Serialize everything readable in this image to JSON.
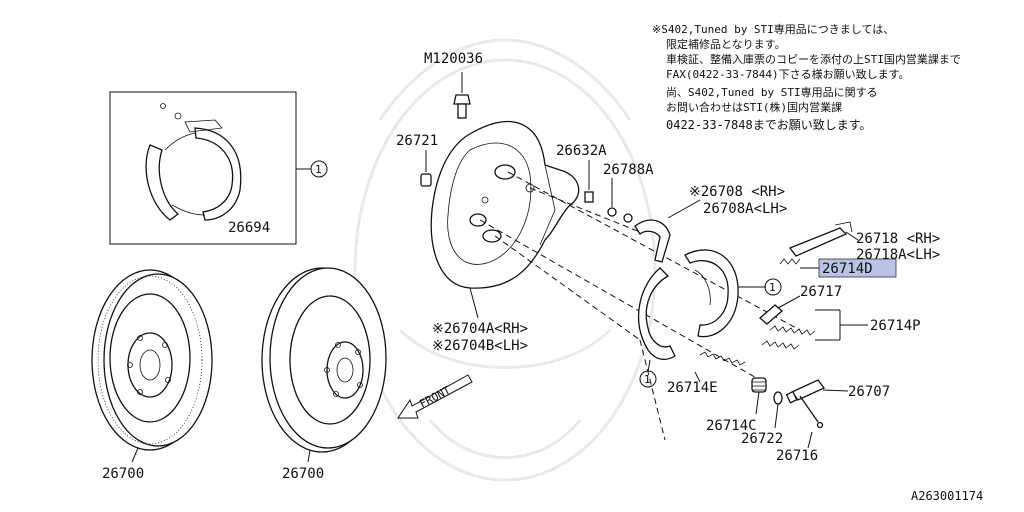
{
  "notes": [
    "※S402,Tuned by STI専用品につきましては、",
    "限定補修品となります。",
    "車検証、整備入庫票のコピーを添付の上STI国内営業課まで",
    "FAX(0422-33-7844)下さる様お願い致します。",
    "尚、S402,Tuned by STI専用品に関する",
    "お問い合わせはSTI(株)国内営業課",
    "0422-33-7848までお願い致します。"
  ],
  "parts": {
    "m120036": "M120036",
    "p26721": "26721",
    "p26632a": "26632A",
    "p26788a": "26788A",
    "p26708_rh": "※26708 <RH>",
    "p26708a_lh": "26708A<LH>",
    "p26718_rh": "26718 <RH>",
    "p26718a_lh": "26718A<LH>",
    "p26714d": "26714D",
    "p26717": "26717",
    "p26714p": "26714P",
    "p26704a_rh": "※26704A<RH>",
    "p26704b_lh": "※26704B<LH>",
    "p26694": "26694",
    "p26700_a": "26700",
    "p26700_b": "26700",
    "p26714e": "26714E",
    "p26707": "26707",
    "p26714c": "26714C",
    "p26722": "26722",
    "p26716": "26716"
  },
  "callout": "1",
  "front_label": "FRONT",
  "diagram_id": "A263001174",
  "highlight_color": "#b9c3e6"
}
